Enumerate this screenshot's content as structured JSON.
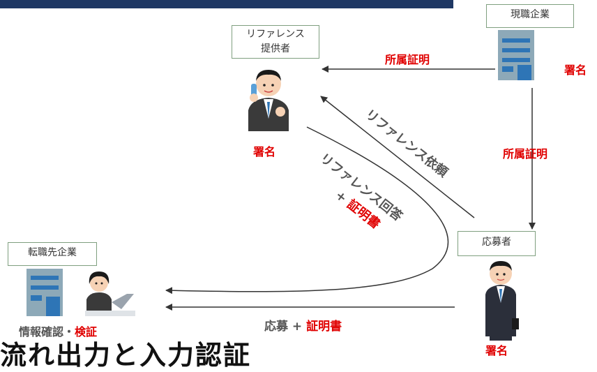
{
  "colors": {
    "accent_red": "#e00000",
    "arrow": "#333333",
    "building": "#8da9b8",
    "window": "#2e75b6",
    "header_bar": "#1f3864"
  },
  "nodes": {
    "current_employer": {
      "label": "現職企業",
      "icon": "office-building-icon"
    },
    "reference_provider": {
      "label_line1": "リファレンス",
      "label_line2": "提供者",
      "icon": "man-on-phone-icon"
    },
    "applicant": {
      "label": "応募者",
      "icon": "man-in-suit-icon"
    },
    "new_employer": {
      "label": "転職先企業",
      "icon": "woman-at-laptop-icon"
    }
  },
  "labels": {
    "affiliation_proof_top": "所属証明",
    "signature_employer": "署名",
    "signature_provider": "署名",
    "affiliation_proof_right": "所属証明",
    "signature_applicant": "署名",
    "reference_request": "リファレンス依頼",
    "reference_answer": "リファレンス回答",
    "plus": "+",
    "certificate_diag": "証明書",
    "apply": "応募 ",
    "apply_plus": "+ ",
    "certificate_bottom": "証明書",
    "verify_gray": "情報確認・",
    "verify_red": "検証",
    "bottom_title": "流れ出力と入力認証"
  }
}
